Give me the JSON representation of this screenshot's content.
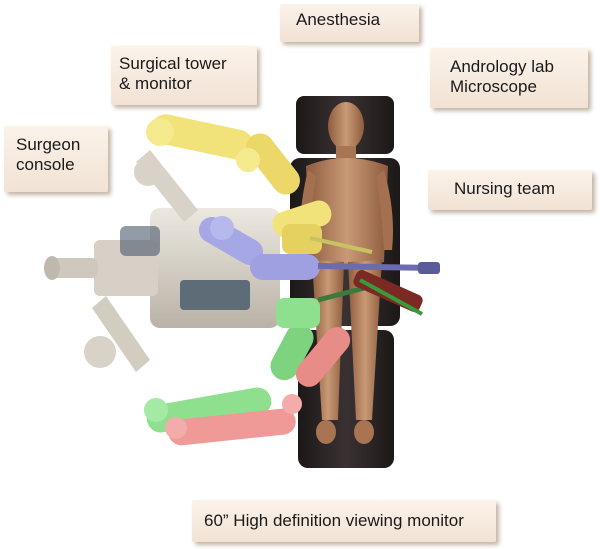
{
  "labels": {
    "anesthesia": "Anesthesia",
    "surgical_tower": "Surgical tower\n& monitor",
    "andrology_lab": "Andrology lab\nMicroscope",
    "surgeon_console": "Surgeon\nconsole",
    "nursing_team": "Nursing team",
    "hd_monitor": "60” High definition viewing monitor"
  },
  "colors": {
    "label_background": "#f4e8dc",
    "table": "#2a2424",
    "patient_skin": "#b8835e",
    "robot_base": "#d8d2c8",
    "arm_yellow": "#f2e27a",
    "arm_blue": "#a6a8e6",
    "arm_green": "#8ee08e",
    "arm_red": "#ef9a96"
  }
}
